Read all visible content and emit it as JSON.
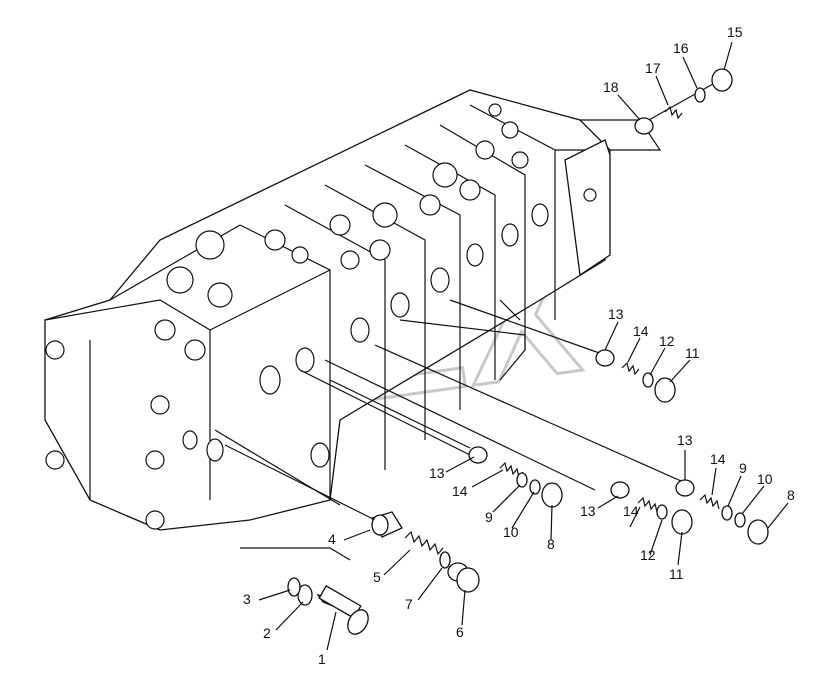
{
  "watermark_text": "GREX",
  "corner_mark": "",
  "callouts": [
    {
      "id": "c1",
      "text": "1"
    },
    {
      "id": "c2",
      "text": "2"
    },
    {
      "id": "c3",
      "text": "3"
    },
    {
      "id": "c4",
      "text": "4"
    },
    {
      "id": "c5",
      "text": "5"
    },
    {
      "id": "c6",
      "text": "6"
    },
    {
      "id": "c7",
      "text": "7"
    },
    {
      "id": "c8a",
      "text": "8"
    },
    {
      "id": "c8b",
      "text": "8"
    },
    {
      "id": "c9a",
      "text": "9"
    },
    {
      "id": "c9b",
      "text": "9"
    },
    {
      "id": "c10a",
      "text": "10"
    },
    {
      "id": "c10b",
      "text": "10"
    },
    {
      "id": "c11a",
      "text": "11"
    },
    {
      "id": "c11b",
      "text": "11"
    },
    {
      "id": "c12a",
      "text": "12"
    },
    {
      "id": "c12b",
      "text": "12"
    },
    {
      "id": "c13a",
      "text": "13"
    },
    {
      "id": "c13b",
      "text": "13"
    },
    {
      "id": "c13c",
      "text": "13"
    },
    {
      "id": "c13d",
      "text": "13"
    },
    {
      "id": "c14a",
      "text": "14"
    },
    {
      "id": "c14b",
      "text": "14"
    },
    {
      "id": "c14c",
      "text": "14"
    },
    {
      "id": "c14d",
      "text": "14"
    },
    {
      "id": "c15",
      "text": "15"
    },
    {
      "id": "c16",
      "text": "16"
    },
    {
      "id": "c17",
      "text": "17"
    },
    {
      "id": "c18",
      "text": "18"
    }
  ]
}
